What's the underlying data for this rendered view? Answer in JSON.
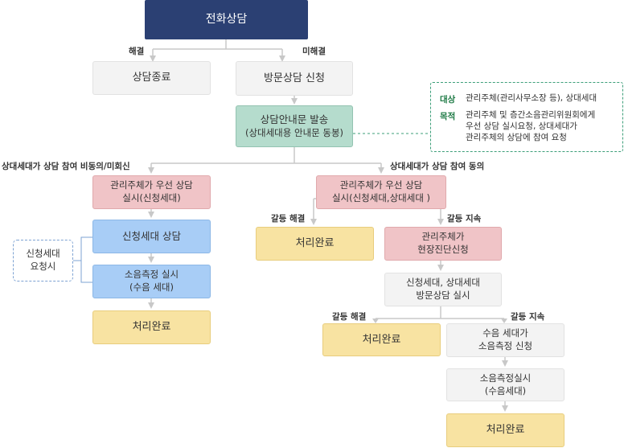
{
  "nodes": {
    "phone": "전화상담",
    "end_consult": "상담종료",
    "visit_request": "방문상담 신청",
    "notice": [
      "상담안내문 발송",
      "(상대세대용 안내문 동봉)"
    ],
    "left_mgmt": [
      "관리주체가 우선 상담",
      "실시(신청세대)"
    ],
    "left_applicant": "신청세대 상담",
    "left_measure": [
      "소음측정 실시",
      "(수음 세대)"
    ],
    "left_done": "처리완료",
    "dash_request": [
      "신청세대",
      "요청시"
    ],
    "right_mgmt": [
      "관리주체가 우선 상담",
      "실시(신청세대,상대세대 )"
    ],
    "right_done1": "처리완료",
    "right_field": [
      "관리주체가",
      "현장진단신청"
    ],
    "right_visit": [
      "신청세대, 상대세대",
      "방문상담 실시"
    ],
    "right_done2": "처리완료",
    "right_measure_req": [
      "수음 세대가",
      "소음측정 신청"
    ],
    "right_measure": [
      "소음측정실시",
      "(수음세대)"
    ],
    "right_done3": "처리완료"
  },
  "labels": {
    "resolved": "해결",
    "unresolved": "미해결",
    "refuse": "상대세대가 상담 참여 비동의/미회신",
    "agree": "상대세대가 상담 참여 동의",
    "conflict_resolved_1": "갈등 해결",
    "conflict_continue_1": "갈등 지속",
    "conflict_resolved_2": "갈등 해결",
    "conflict_continue_2": "갈등 지속"
  },
  "info": {
    "target_key": "대상",
    "target_value": "관리주체(관리사무소장 등), 상대세대",
    "purpose_key": "목적",
    "purpose_lines": [
      "관리주체 및 층간소음관리위원회에게",
      "우선 상담 실시요청, 상대세대가",
      "관리주체의 상담에 참여 요청"
    ]
  },
  "colors": {
    "navy": "#2b4073",
    "connector": "#c8c8c8",
    "info_border": "#3d9f7a",
    "info_key": "#1e7a45",
    "dash_border": "#7ea3d3"
  }
}
